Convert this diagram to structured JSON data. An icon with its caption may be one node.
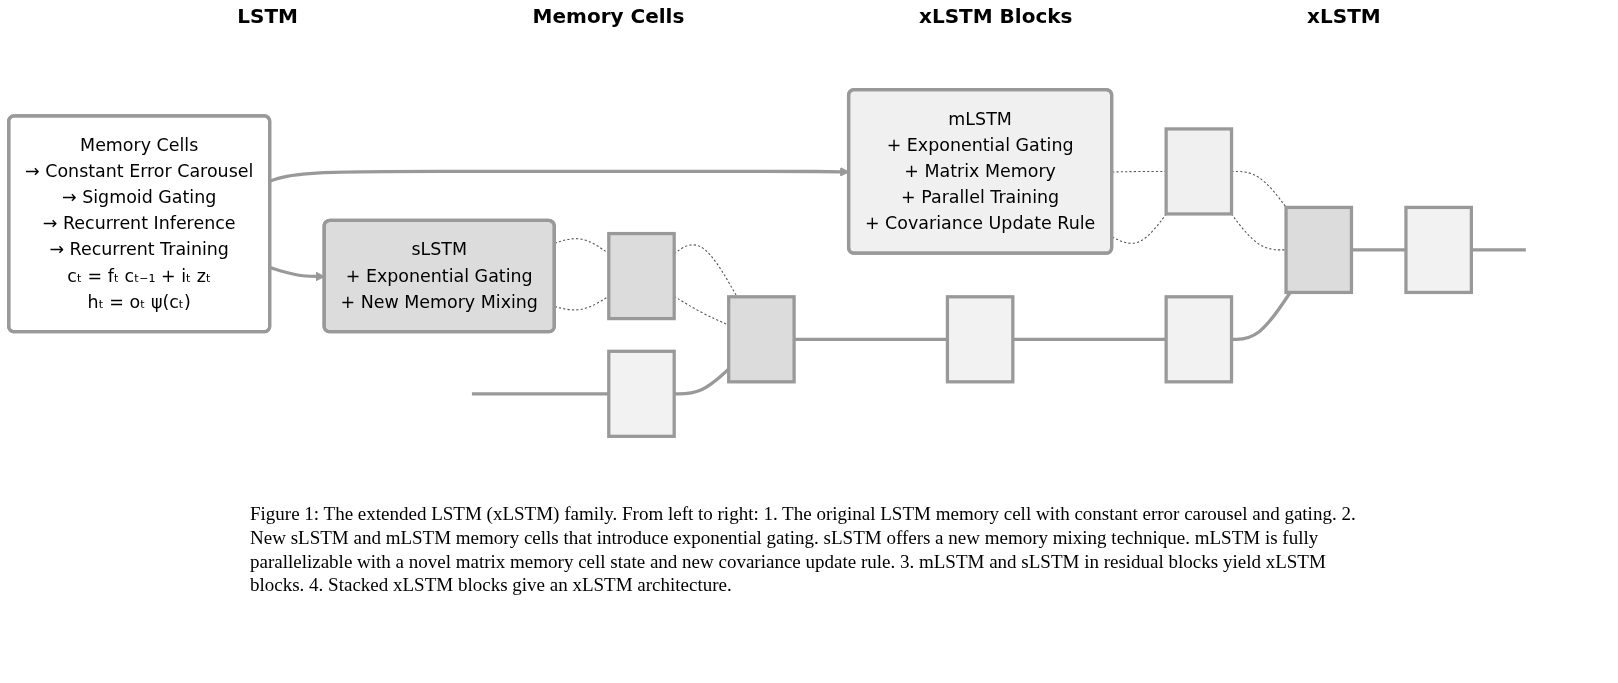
{
  "diagram": {
    "caption": "Figure 1: The extended LSTM (xLSTM) family. From left to right: 1. The original LSTM memory cell with constant error carousel and gating. 2. New sLSTM and mLSTM memory cells that introduce exponential gating. sLSTM offers a new memory mixing technique. mLSTM is fully parallelizable with a novel matrix memory cell state and new covariance update rule. 3. mLSTM and sLSTM in residual blocks yield xLSTM blocks. 4. Stacked xLSTM blocks give an xLSTM architecture.",
    "nodes": [
      {
        "text": [
          "Memory Cells",
          "→ Constant Error Carousel",
          "→ Sigmoid Gating",
          "→ Recurrent Inference",
          "→ Recurrent Training",
          "cₜ = fₜ cₜ₋₁ + iₜ zₜ",
          "hₜ = oₜ ψ(cₜ)"
        ]
      },
      {
        "text": [
          "sLSTM",
          "+ Exponential Gating",
          "+ New Memory Mixing"
        ]
      },
      {
        "text": [
          "mLSTM",
          "+ Exponential Gating",
          "+ Matrix Memory",
          "+ Parallel Training",
          "+ Covariance Update Rule"
        ]
      },
      {
        "text": [],
        "shape": "box"
      },
      {
        "text": [],
        "shape": "box"
      },
      {
        "text": [],
        "shape": "box"
      },
      {
        "text": [],
        "shape": "box"
      },
      {
        "text": [],
        "shape": "box"
      },
      {
        "text": [],
        "shape": "box"
      },
      {
        "text": [],
        "shape": "box"
      },
      {
        "text": [],
        "shape": "box"
      }
    ],
    "edges": [
      {
        "from": 0,
        "to": 1,
        "arrow": "to"
      },
      {
        "from": 0,
        "to": 2,
        "arrow": "to"
      },
      {
        "from": 1,
        "to": 3,
        "arrow": "none",
        "style": "dashed"
      },
      {
        "from": 1,
        "to": 3,
        "arrow": "none",
        "style": "dashed"
      },
      {
        "from": 2,
        "to": 4,
        "arrow": "none",
        "style": "dashed"
      },
      {
        "from": 2,
        "to": 4,
        "arrow": "none",
        "style": "dashed"
      },
      {
        "from": 3,
        "to": 6,
        "arrow": "none",
        "style": "dashed"
      },
      {
        "from": 3,
        "to": 6,
        "arrow": "none",
        "style": "dashed"
      },
      {
        "from": 4,
        "to": 9,
        "arrow": "none",
        "style": "dashed"
      },
      {
        "from": 4,
        "to": 9,
        "arrow": "none",
        "style": "dashed"
      },
      {
        "from": null,
        "to": 5,
        "arrow": "none"
      },
      {
        "from": 5,
        "to": 6,
        "arrow": "none"
      },
      {
        "from": 6,
        "to": 7,
        "arrow": "none"
      },
      {
        "from": 7,
        "to": 8,
        "arrow": "none"
      },
      {
        "from": 8,
        "to": 9,
        "arrow": "none"
      },
      {
        "from": 9,
        "to": 10,
        "arrow": "none"
      },
      {
        "from": 10,
        "to": null,
        "arrow": "none"
      }
    ],
    "labels": [
      "LSTM",
      "Memory Cells",
      "xLSTM Blocks",
      "xLSTM"
    ]
  }
}
